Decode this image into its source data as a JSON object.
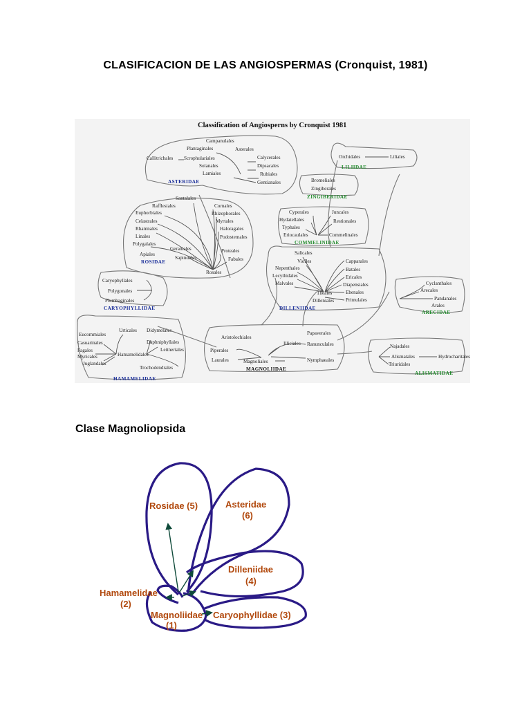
{
  "title": "CLASIFICACION DE LAS ANGIOSPERMAS (Cronquist, 1981)",
  "section_heading": "Clase Magnoliopsida",
  "figure1": {
    "title": "Classification of Angiosperns by Cronquist 1981",
    "subclasses": {
      "asteridae": "ASTERIDAE",
      "rosidae": "ROSIDAE",
      "caryophyllidae": "CARYOPHYLLIDAE",
      "hamamelidae": "HAMAMELIDAE",
      "magnoliidae": "MAGNOLIIDAE",
      "dilleniidae": "DILLENIIDAE",
      "liliidae": "LILIIDAE",
      "zingiberidae": "ZINGIBERIDAE",
      "commelinidae": "COMMELINIDAE",
      "arecidae": "ARECIDAE",
      "alismatidae": "ALISMATIDAE"
    },
    "orders": {
      "asteridae": [
        "Campanulales",
        "Plantaginales",
        "Asterales",
        "Callitrichales",
        "Scrophulariales",
        "Calycerales",
        "Solanales",
        "Dipsacales",
        "Lamiales",
        "Rubiales",
        "Gentianales"
      ],
      "rosidae": [
        "Santalales",
        "Rafflesiales",
        "Cornales",
        "Euphorbiales",
        "Rhizophorales",
        "Celastrales",
        "Myrtales",
        "Rhamnales",
        "Haloragales",
        "Linales",
        "Podostemales",
        "Polygalales",
        "Geraniales",
        "Proteales",
        "Apiales",
        "Sapindales",
        "Fabales",
        "Rosales"
      ],
      "caryophyllidae": [
        "Caryophyllales",
        "Polygonales",
        "Plumbaginales"
      ],
      "hamamelidae": [
        "Urticales",
        "Leitneriales",
        "Casuarinales",
        "Didymelales",
        "Daphniphyllales",
        "Fagales",
        "Myricales",
        "Hamamelidales",
        "Juglandales",
        "Eucommiales",
        "Trochodendrales"
      ],
      "magnoliidae": [
        "Aristolochiales",
        "Papaverales",
        "Piperales",
        "Illiciales",
        "Ranunculales",
        "Laurales",
        "Magnoliales",
        "Nymphaeales"
      ],
      "dilleniidae": [
        "Salicales",
        "Violles",
        "Capparales",
        "Nepenthales",
        "Batales",
        "Lecythidales",
        "Ericales",
        "Malvales",
        "Diapensiales",
        "Theales",
        "Ebenales",
        "Dilleniales",
        "Primulales"
      ],
      "liliidae": [
        "Orchidales",
        "Liliales"
      ],
      "zingiberidae": [
        "Bromeliales",
        "Zingiberales"
      ],
      "commelinidae": [
        "Cyperales",
        "Juncales",
        "Hydatellales",
        "Restionales",
        "Typhales",
        "Eriocaulales",
        "Commelinales"
      ],
      "arecidae": [
        "Cyclanthales",
        "Arecales",
        "Pandanales",
        "Arales"
      ],
      "alismatidae": [
        "Najadales",
        "Alismatales",
        "Hydrocharitales",
        "Triuridales"
      ]
    }
  },
  "figure2": {
    "rosidae": "Rosidae (5)",
    "asteridae": "Asteridae",
    "asteridae_num": "(6)",
    "dilleniidae": "Dilleniidae",
    "dilleniidae_num": "(4)",
    "hamamelidae": "Hamamelidae",
    "hamamelidae_num": "(2)",
    "magnoliidae": "Magnoliidae",
    "magnoliidae_num": "(1)",
    "caryophyllidae": "Caryophyllidae (3)"
  },
  "colors": {
    "monocot_label": "#1f8a2a",
    "dicot_label": "#1b2f9a",
    "petal_outline": "#2a1a86",
    "petal_label": "#b1480c",
    "arrow": "#0f4a3a"
  }
}
